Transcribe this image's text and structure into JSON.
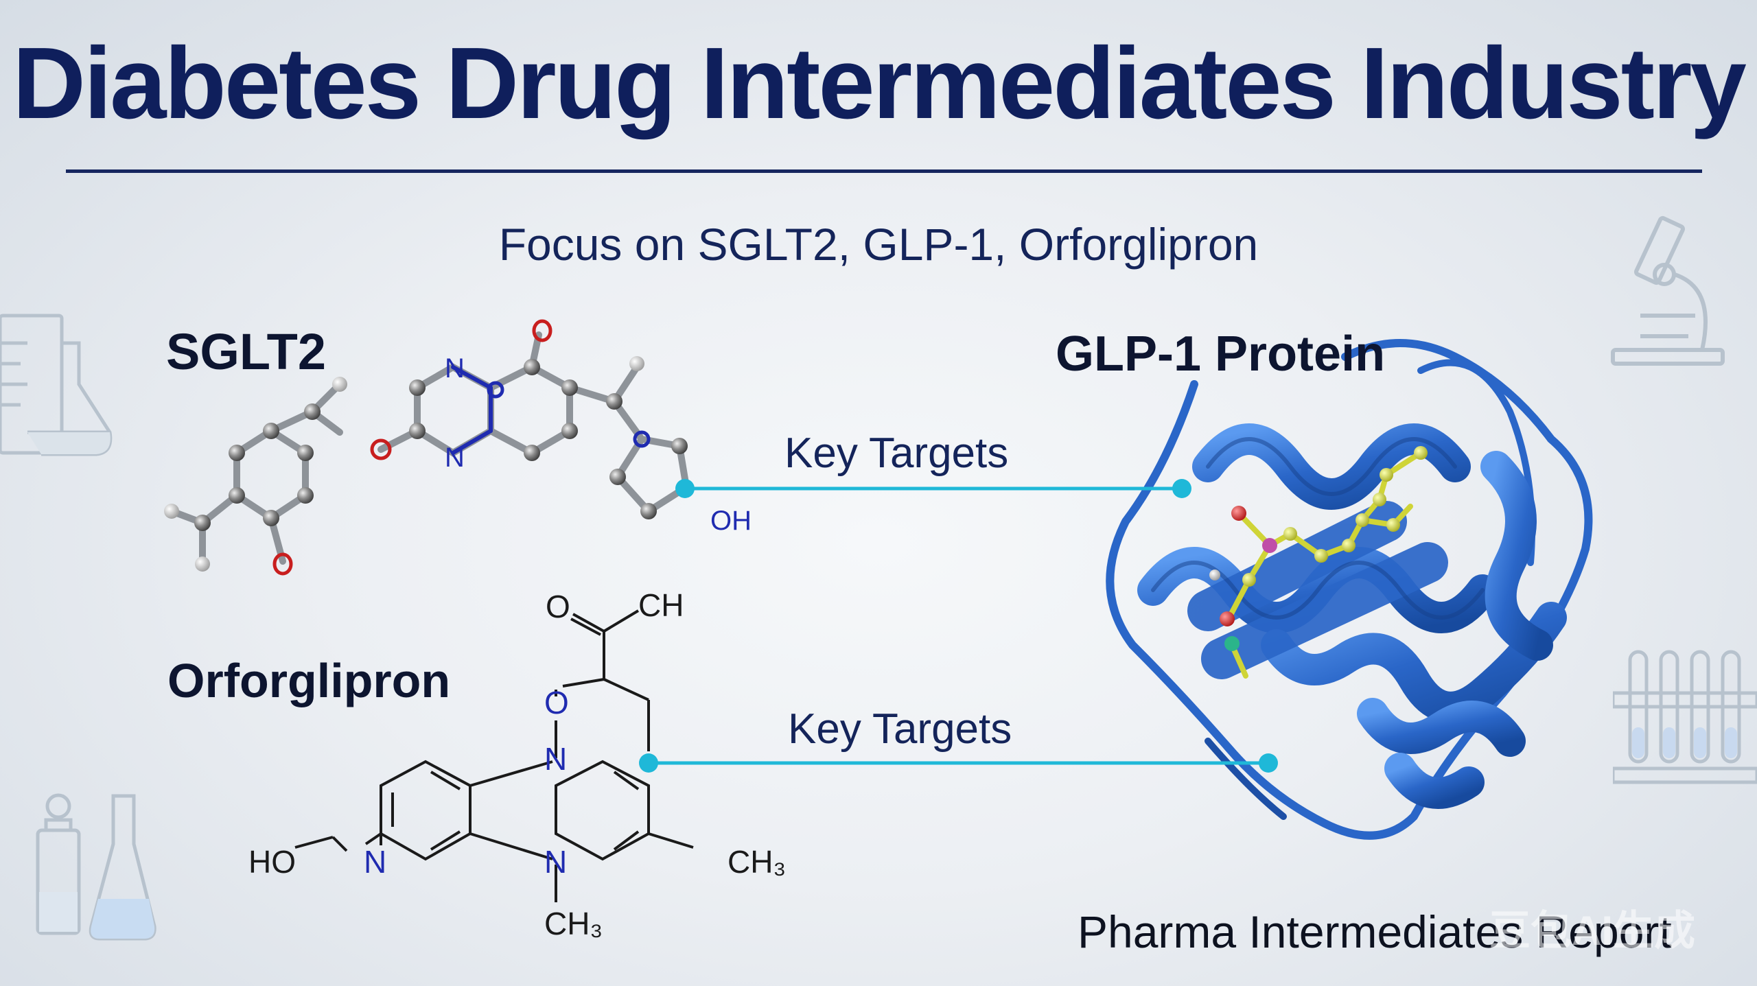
{
  "title": "Diabetes Drug Intermediates Industry",
  "subtitle": "Focus on SGLT2, GLP-1, Orforglipron",
  "labels": {
    "sglt2": "SGLT2",
    "orforglipron": "Orforglipron",
    "glp1": "GLP-1 Protein"
  },
  "connectors": {
    "top": "Key Targets",
    "bottom": "Key Targets"
  },
  "footer": "Pharma Intermediates Report",
  "watermark": "豆包AI生成",
  "sglt2_atoms": {
    "n1": "N",
    "n2": "N",
    "oh": "OH"
  },
  "orfo_atoms": {
    "o_carbonyl": "O",
    "ch": "CH",
    "o_ring": "O",
    "n_top": "N",
    "n_bottom": "N",
    "ch3_right": "CH₃",
    "ch3_bottom": "CH₃",
    "ho": "HO",
    "n_left": "N"
  },
  "colors": {
    "title": "#0f1f5c",
    "connector": "#1fb8d8",
    "protein": "#2f6fd0",
    "ligand": "#d8e048",
    "oxygen": "#c81e1e",
    "nitrogen": "#1f2bb0"
  },
  "icons": [
    "beaker-icon",
    "microscope-icon",
    "test-tubes-icon",
    "flask-icon"
  ]
}
